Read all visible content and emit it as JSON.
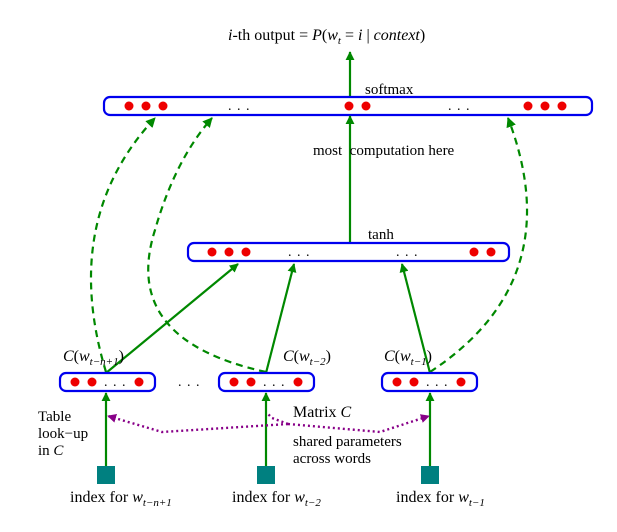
{
  "output_label": {
    "prefix": "i",
    "prefix_suffix": "-th output = ",
    "func": "P",
    "open": "(",
    "w": "w",
    "w_sub": "t",
    "eq": " = ",
    "i": "i",
    "bar": " | ",
    "context": "context",
    "close": ")"
  },
  "softmax_label": "softmax",
  "computation_label": "most  computation here",
  "tanh_label": "tanh",
  "ellipsis": ". . .",
  "between_groups_ellipsis": ". . .",
  "embeddings": [
    {
      "C": "C",
      "open": "(",
      "w": "w",
      "sub": "t−n+1",
      "close": ")"
    },
    {
      "C": "C",
      "open": "(",
      "w": "w",
      "sub": "t−2",
      "close": ")"
    },
    {
      "C": "C",
      "open": "(",
      "w": "w",
      "sub": "t−1",
      "close": ")"
    }
  ],
  "table_lookup": {
    "line1": "Table",
    "line2": "look−up",
    "line3_prefix": "in ",
    "line3_var": "C"
  },
  "matrix_label": {
    "prefix": "Matrix ",
    "var": "C"
  },
  "shared_label": {
    "line1": "shared parameters",
    "line2": "across words"
  },
  "index_labels": [
    {
      "prefix": "index for ",
      "w": "w",
      "sub": "t−n+1"
    },
    {
      "prefix": "index for ",
      "w": "w",
      "sub": "t−2"
    },
    {
      "prefix": "index for ",
      "w": "w",
      "sub": "t−1"
    }
  ],
  "colors": {
    "box_border": "#0000ee",
    "unit_dot": "#ee0000",
    "arrow": "#008800",
    "shared_dotted": "#880088",
    "index_square": "#008080"
  }
}
